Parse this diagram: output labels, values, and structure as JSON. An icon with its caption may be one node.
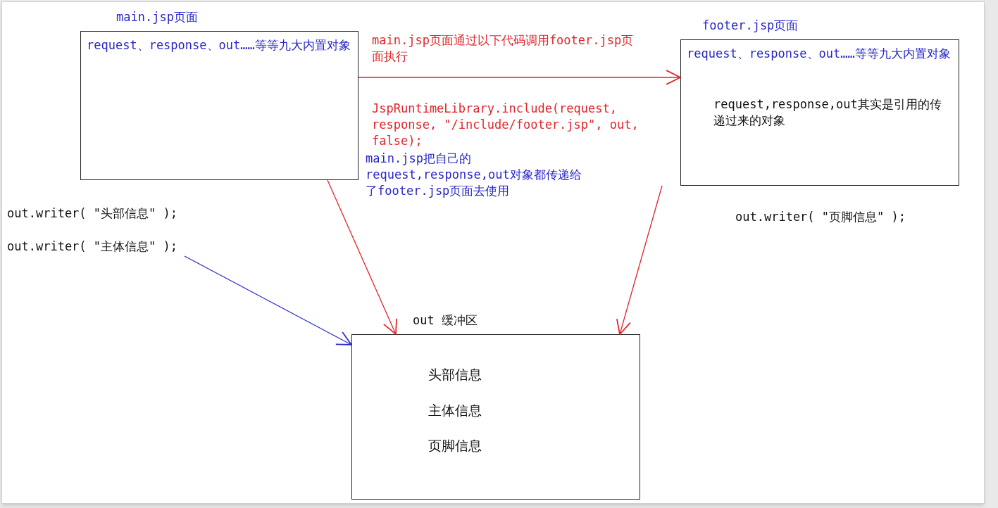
{
  "diagram": {
    "nodes": [
      {
        "text": [
          "main.jsp页面",
          "request、response、out……等等九大内置对象"
        ]
      },
      {
        "text": [
          "footer.jsp页面",
          "request、response、out……等等九大内置对象",
          "request,response,out其实是引用的传递过来的对象"
        ]
      },
      {
        "text": [
          "out 缓冲区",
          "头部信息",
          "主体信息",
          "页脚信息"
        ]
      },
      {
        "text": [
          "out.writer( \"主体信息\" );"
        ]
      }
    ],
    "edges": [
      {
        "from": 0,
        "to": 1,
        "arrow": "to"
      },
      {
        "from": 0,
        "to": 2,
        "arrow": "to"
      },
      {
        "from": 1,
        "to": 2,
        "arrow": "to"
      },
      {
        "from": 3,
        "to": 2,
        "arrow": "to",
        "color": "#2b2bd0"
      }
    ],
    "labels": [
      "out.writer( \"头部信息\" );",
      "main.jsp页面通过以下代码调用footer.jsp页面执行",
      "JspRuntimeLibrary.include(request, response, \"/include/footer.jsp\", out, false);",
      "main.jsp把自己的request,response,out对象都传递给了footer.jsp页面去使用",
      "out.writer( \"页脚信息\" );"
    ]
  }
}
